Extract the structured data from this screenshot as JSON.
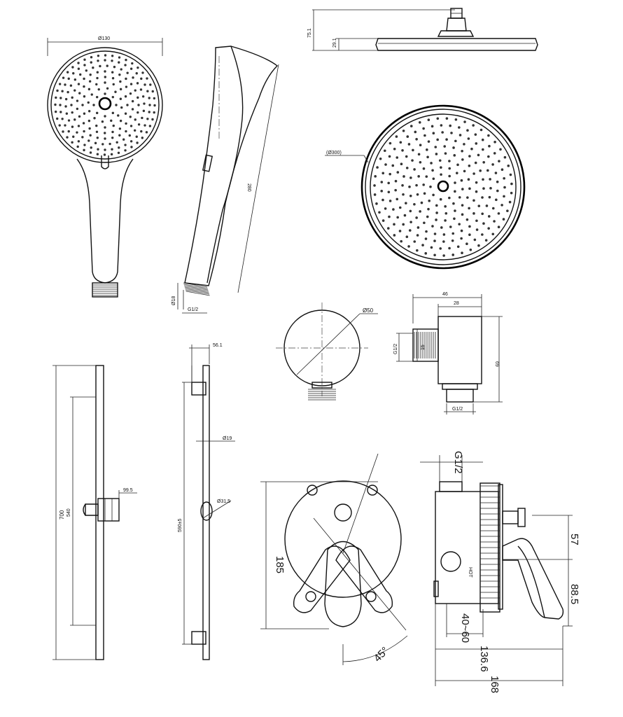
{
  "hand_shower": {
    "front": {
      "diameter_label": "Ø130"
    },
    "side": {
      "length_label": "280",
      "neck_label": "Ø18",
      "thread_label": "G1/2"
    }
  },
  "overhead_shower": {
    "height_total_label": "75.1",
    "height_disc_label": "29.1",
    "diameter_label": "(Ø300)"
  },
  "wall_outlet": {
    "front": {
      "diameter_label": "Ø50"
    },
    "side": {
      "width_label": "46",
      "body_label": "28",
      "height_label": "69",
      "thread_left_label": "G1/2",
      "thread_bottom_label": "G1/2",
      "depth_label": "15"
    }
  },
  "slide_rail": {
    "total_length_label": "700",
    "inner_length_label": "540",
    "holder_label": "99.5",
    "clamp_label": "56.1",
    "rod_diameter_label": "Ø19",
    "adjust_label": "590±5",
    "bracket_label": "Ø31.5"
  },
  "mixer_front": {
    "height_label": "185",
    "angle_label": "45°"
  },
  "mixer_side": {
    "inlet_label": "G1/2",
    "hot_label": "HOT",
    "dim_57_label": "57",
    "dim_885_label": "88.5",
    "dim_4060_label": "40~60",
    "dim_1366_label": "136.6",
    "dim_168_label": "168"
  }
}
